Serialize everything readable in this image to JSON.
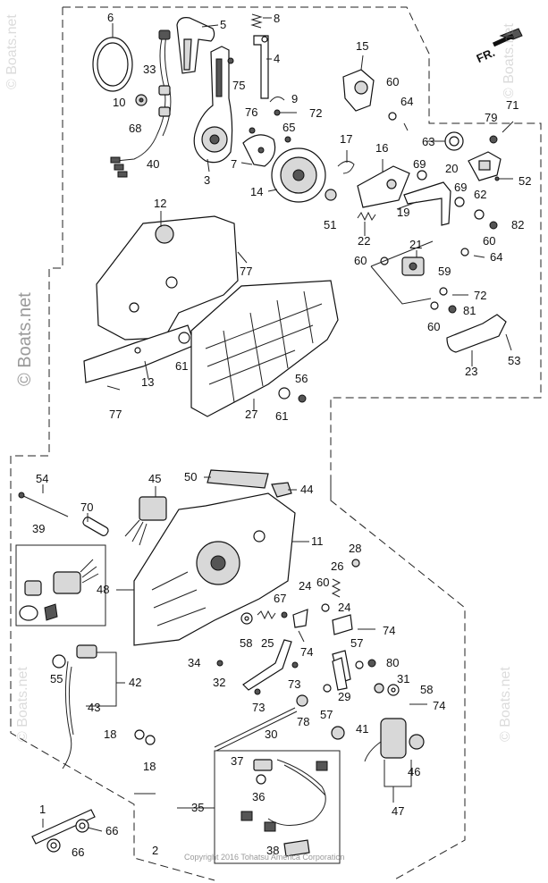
{
  "watermark_side": "© Boats.net",
  "watermark_faint": "© Boats.net",
  "copyright": "Copyright 2016 Tohatsu America Corporation",
  "direction_label": "FR.",
  "callouts": [
    {
      "id": "c6",
      "text": "6"
    },
    {
      "id": "c5",
      "text": "5"
    },
    {
      "id": "c8",
      "text": "8"
    },
    {
      "id": "c4",
      "text": "4"
    },
    {
      "id": "c33",
      "text": "33"
    },
    {
      "id": "c75",
      "text": "75"
    },
    {
      "id": "c10",
      "text": "10"
    },
    {
      "id": "c68",
      "text": "68"
    },
    {
      "id": "c76",
      "text": "76"
    },
    {
      "id": "c9",
      "text": "9"
    },
    {
      "id": "c72a",
      "text": "72"
    },
    {
      "id": "c65",
      "text": "65"
    },
    {
      "id": "c40",
      "text": "40"
    },
    {
      "id": "c3",
      "text": "3"
    },
    {
      "id": "c7",
      "text": "7"
    },
    {
      "id": "c14",
      "text": "14"
    },
    {
      "id": "c15",
      "text": "15"
    },
    {
      "id": "c60a",
      "text": "60"
    },
    {
      "id": "c64a",
      "text": "64"
    },
    {
      "id": "c63",
      "text": "63"
    },
    {
      "id": "c79",
      "text": "79"
    },
    {
      "id": "c71",
      "text": "71"
    },
    {
      "id": "c17",
      "text": "17"
    },
    {
      "id": "c16",
      "text": "16"
    },
    {
      "id": "c69a",
      "text": "69"
    },
    {
      "id": "c20",
      "text": "20"
    },
    {
      "id": "c52",
      "text": "52"
    },
    {
      "id": "c69b",
      "text": "69"
    },
    {
      "id": "c62",
      "text": "62"
    },
    {
      "id": "c19",
      "text": "19"
    },
    {
      "id": "c82",
      "text": "82"
    },
    {
      "id": "c51",
      "text": "51"
    },
    {
      "id": "c22",
      "text": "22"
    },
    {
      "id": "c60b",
      "text": "60"
    },
    {
      "id": "c64b",
      "text": "64"
    },
    {
      "id": "c21",
      "text": "21"
    },
    {
      "id": "c60c",
      "text": "60"
    },
    {
      "id": "c59",
      "text": "59"
    },
    {
      "id": "c72b",
      "text": "72"
    },
    {
      "id": "c81",
      "text": "81"
    },
    {
      "id": "c60d",
      "text": "60"
    },
    {
      "id": "c23",
      "text": "23"
    },
    {
      "id": "c53",
      "text": "53"
    },
    {
      "id": "c12",
      "text": "12"
    },
    {
      "id": "c77a",
      "text": "77"
    },
    {
      "id": "c61a",
      "text": "61"
    },
    {
      "id": "c13",
      "text": "13"
    },
    {
      "id": "c77b",
      "text": "77"
    },
    {
      "id": "c27",
      "text": "27"
    },
    {
      "id": "c56",
      "text": "56"
    },
    {
      "id": "c61b",
      "text": "61"
    },
    {
      "id": "c54",
      "text": "54"
    },
    {
      "id": "c50",
      "text": "50"
    },
    {
      "id": "c45",
      "text": "45"
    },
    {
      "id": "c44",
      "text": "44"
    },
    {
      "id": "c70",
      "text": "70"
    },
    {
      "id": "c39",
      "text": "39"
    },
    {
      "id": "c11",
      "text": "11"
    },
    {
      "id": "c48",
      "text": "48"
    },
    {
      "id": "c28",
      "text": "28"
    },
    {
      "id": "c26",
      "text": "26"
    },
    {
      "id": "c60e",
      "text": "60"
    },
    {
      "id": "c67",
      "text": "67"
    },
    {
      "id": "c24a",
      "text": "24"
    },
    {
      "id": "c24b",
      "text": "24"
    },
    {
      "id": "c74a",
      "text": "74"
    },
    {
      "id": "c58a",
      "text": "58"
    },
    {
      "id": "c25",
      "text": "25"
    },
    {
      "id": "c74b",
      "text": "74"
    },
    {
      "id": "c57a",
      "text": "57"
    },
    {
      "id": "c80",
      "text": "80"
    },
    {
      "id": "c55",
      "text": "55"
    },
    {
      "id": "c42",
      "text": "42"
    },
    {
      "id": "c34",
      "text": "34"
    },
    {
      "id": "c32",
      "text": "32"
    },
    {
      "id": "c73a",
      "text": "73"
    },
    {
      "id": "c31",
      "text": "31"
    },
    {
      "id": "c58b",
      "text": "58"
    },
    {
      "id": "c29",
      "text": "29"
    },
    {
      "id": "c74c",
      "text": "74"
    },
    {
      "id": "c43",
      "text": "43"
    },
    {
      "id": "c73b",
      "text": "73"
    },
    {
      "id": "c78",
      "text": "78"
    },
    {
      "id": "c57b",
      "text": "57"
    },
    {
      "id": "c18a",
      "text": "18"
    },
    {
      "id": "c30",
      "text": "30"
    },
    {
      "id": "c41",
      "text": "41"
    },
    {
      "id": "c18b",
      "text": "18"
    },
    {
      "id": "c37",
      "text": "37"
    },
    {
      "id": "c46",
      "text": "46"
    },
    {
      "id": "c36",
      "text": "36"
    },
    {
      "id": "c35",
      "text": "35"
    },
    {
      "id": "c47",
      "text": "47"
    },
    {
      "id": "c1",
      "text": "1"
    },
    {
      "id": "c66a",
      "text": "66"
    },
    {
      "id": "c2",
      "text": "2"
    },
    {
      "id": "c66b",
      "text": "66"
    },
    {
      "id": "c38",
      "text": "38"
    }
  ]
}
